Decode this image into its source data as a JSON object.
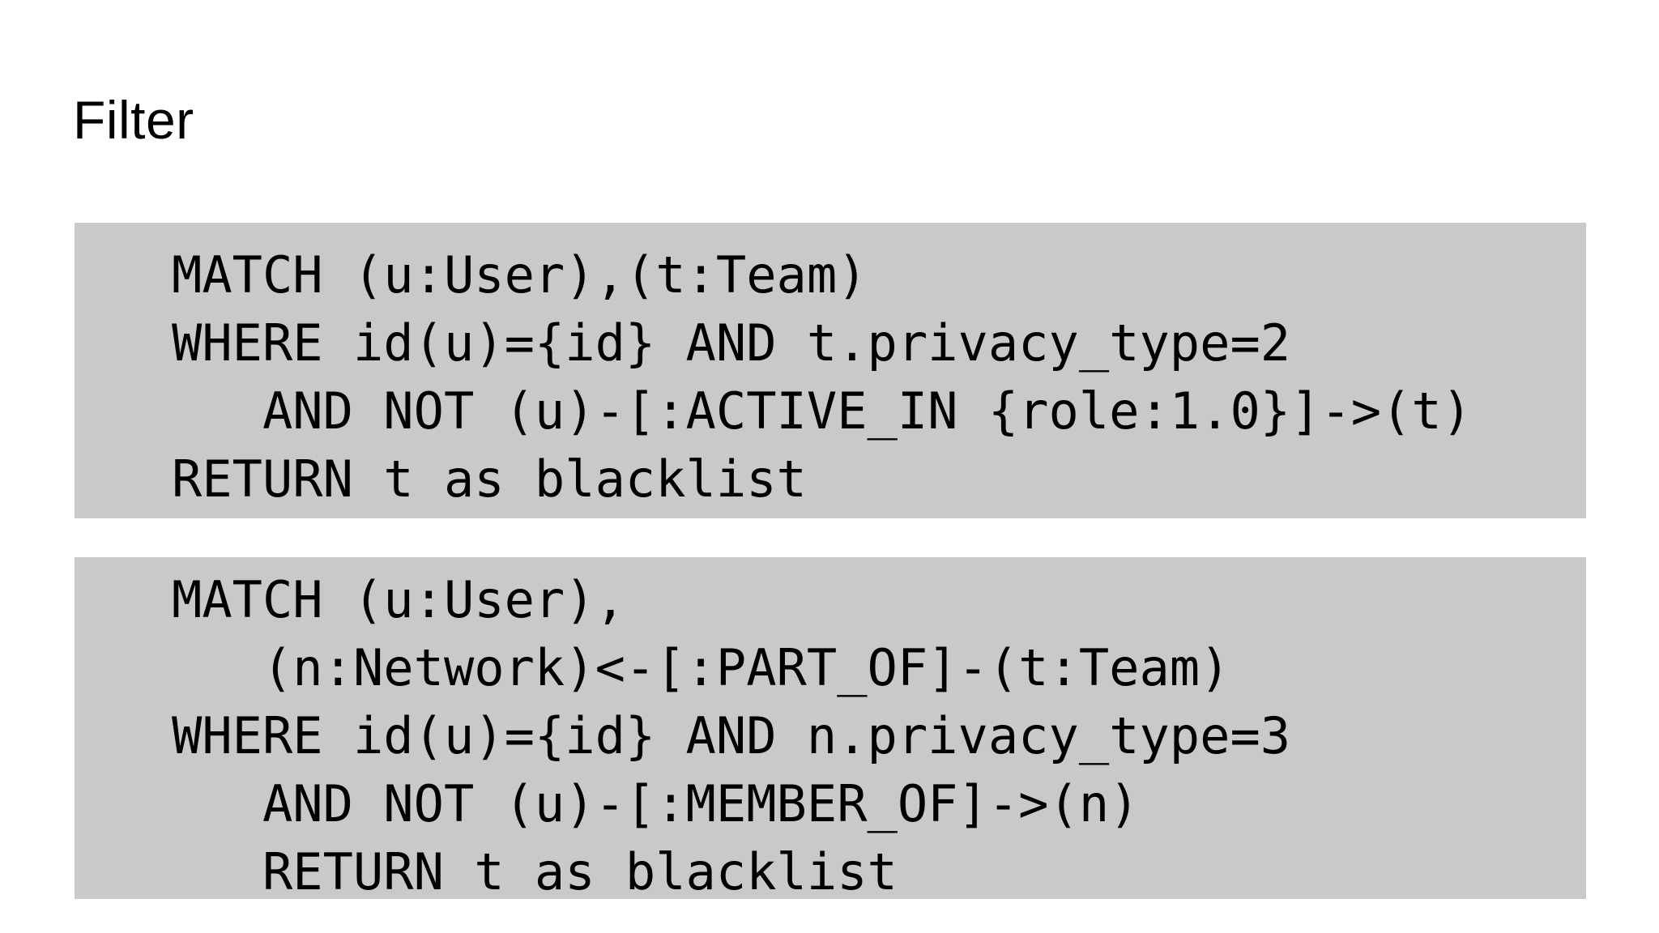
{
  "page": {
    "title": "Filter",
    "background_color": "#ffffff",
    "code_block_background": "#c9c9c9",
    "text_color": "#000000"
  },
  "code_blocks": [
    {
      "name": "team-blacklist-query",
      "lines": [
        "MATCH (u:User),(t:Team)",
        "WHERE id(u)={id} AND t.privacy_type=2",
        "   AND NOT (u)-[:ACTIVE_IN {role:1.0}]->(t)",
        "RETURN t as blacklist"
      ]
    },
    {
      "name": "network-blacklist-query",
      "lines": [
        "MATCH (u:User),",
        "   (n:Network)<-[:PART_OF]-(t:Team)",
        "WHERE id(u)={id} AND n.privacy_type=3",
        "   AND NOT (u)-[:MEMBER_OF]->(n)",
        "   RETURN t as blacklist"
      ]
    }
  ]
}
